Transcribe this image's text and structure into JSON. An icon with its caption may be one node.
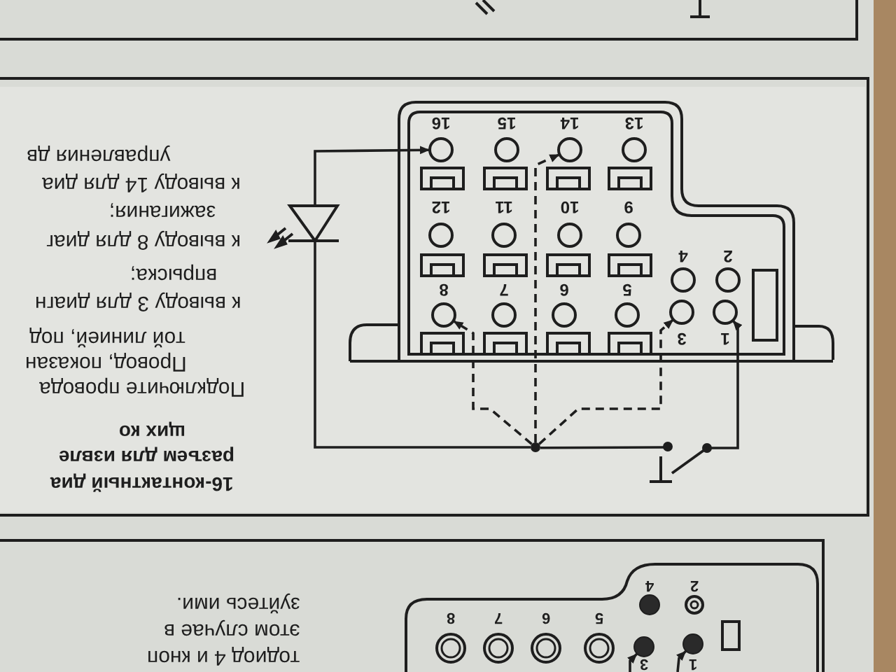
{
  "diagram": {
    "nodes": [
      {
        "text": [],
        "shape": "box"
      },
      {
        "text": [
          "1"
        ],
        "in": 0
      },
      {
        "text": [
          "2"
        ],
        "in": 0
      },
      {
        "text": [
          "3"
        ],
        "in": 0
      },
      {
        "text": [
          "4"
        ],
        "in": 0
      },
      {
        "text": [
          "5"
        ],
        "in": 0
      },
      {
        "text": [
          "6"
        ],
        "in": 0
      },
      {
        "text": [
          "7"
        ],
        "in": 0
      },
      {
        "text": [
          "8"
        ],
        "in": 0
      },
      {
        "text": [
          "9"
        ],
        "in": 0
      },
      {
        "text": [
          "10"
        ],
        "in": 0
      },
      {
        "text": [
          "11"
        ],
        "in": 0
      },
      {
        "text": [
          "12"
        ],
        "in": 0
      },
      {
        "text": [
          "13"
        ],
        "in": 0
      },
      {
        "text": [
          "14"
        ],
        "in": 0
      },
      {
        "text": [
          "15"
        ],
        "in": 0
      },
      {
        "text": [
          "16"
        ],
        "in": 0
      },
      {
        "text": [],
        "shape": "diode"
      },
      {
        "text": [],
        "shape": "switch"
      },
      {
        "text": [],
        "shape": "dot"
      },
      {
        "text": [],
        "shape": "box"
      },
      {
        "text": [
          "8"
        ],
        "in": 20
      },
      {
        "text": [
          "7"
        ],
        "in": 20
      },
      {
        "text": [
          "6"
        ],
        "in": 20
      },
      {
        "text": [
          "5"
        ],
        "in": 20
      },
      {
        "text": [
          "4"
        ],
        "in": 20
      },
      {
        "text": [
          "2"
        ],
        "in": 20
      },
      {
        "text": [
          "3"
        ],
        "in": 20
      },
      {
        "text": [
          "1"
        ],
        "in": 20
      }
    ],
    "edges": [
      {
        "from": 17,
        "to": 16,
        "arrow": "to"
      },
      {
        "from": 17,
        "to": 19,
        "arrow": "none"
      },
      {
        "from": 19,
        "to": 18,
        "arrow": "none"
      },
      {
        "from": 18,
        "to": 1,
        "arrow": "to"
      },
      {
        "from": 19,
        "to": 8,
        "arrow": "to",
        "style": "dashed"
      },
      {
        "from": 19,
        "to": 14,
        "arrow": "to",
        "style": "dashed"
      },
      {
        "from": 19,
        "to": 3,
        "arrow": "to",
        "style": "dashed"
      },
      {
        "from": null,
        "to": 27,
        "arrow": "to"
      },
      {
        "from": null,
        "to": 28,
        "arrow": "to"
      }
    ],
    "labels": [
      "тодиод 4 и кноп",
      "этом случае в",
      "зуйтесь ими.",
      "16-контактный диа",
      "разъем для извле",
      "щих ко",
      "Подключите провода",
      "Провод, показан",
      "той линией, под",
      "к выводу 3 для диагн",
      "впрыска;",
      "к выводу 8 для диаг",
      "зажигания;",
      "к выводу 14 для диа",
      "управления дв"
    ]
  }
}
